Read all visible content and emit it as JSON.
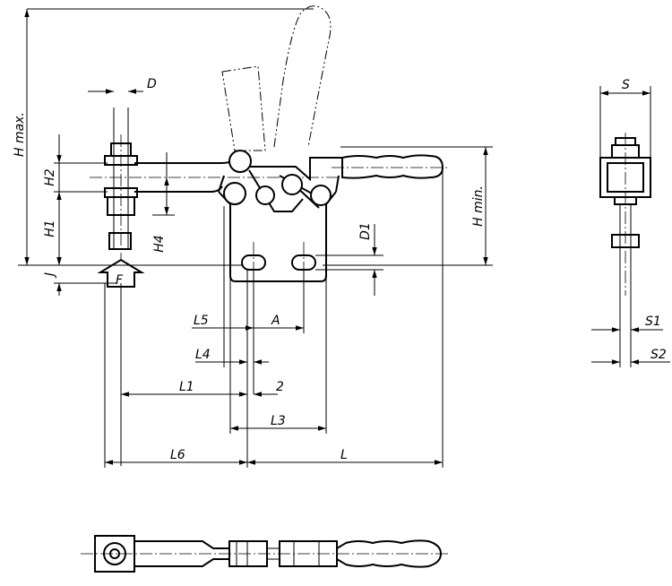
{
  "labels": {
    "d": "D",
    "h_max": "H max.",
    "h2": "H2",
    "h1": "H1",
    "h4": "H4",
    "j": "J",
    "f": "F",
    "h_min": "H min.",
    "d1": "D1",
    "l5": "L5",
    "a": "A",
    "l4": "L4",
    "l1": "L1",
    "two": "2",
    "l3": "L3",
    "l6": "L6",
    "l": "L",
    "s": "S",
    "s1": "S1",
    "s2": "S2"
  }
}
